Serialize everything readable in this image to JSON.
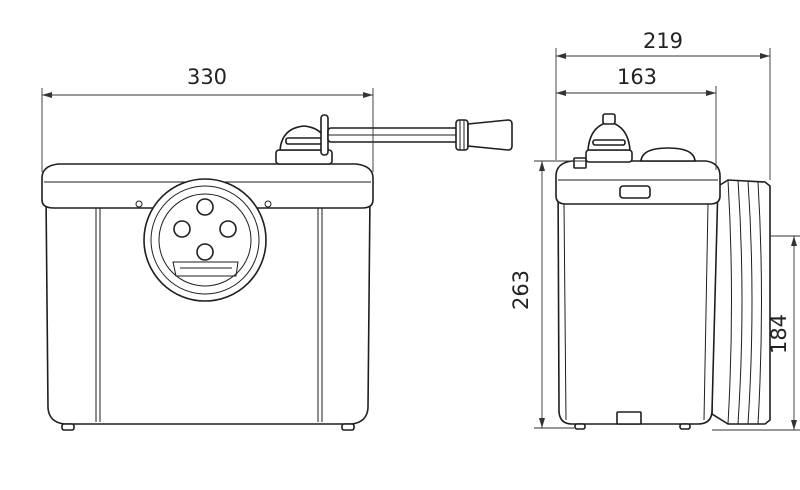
{
  "dimensions": {
    "front_width": "330",
    "side_total_width": "219",
    "side_body_width": "163",
    "side_height": "263",
    "side_outlet_height": "184"
  },
  "colors": {
    "line": "#1e1e1e",
    "background": "#ffffff"
  }
}
